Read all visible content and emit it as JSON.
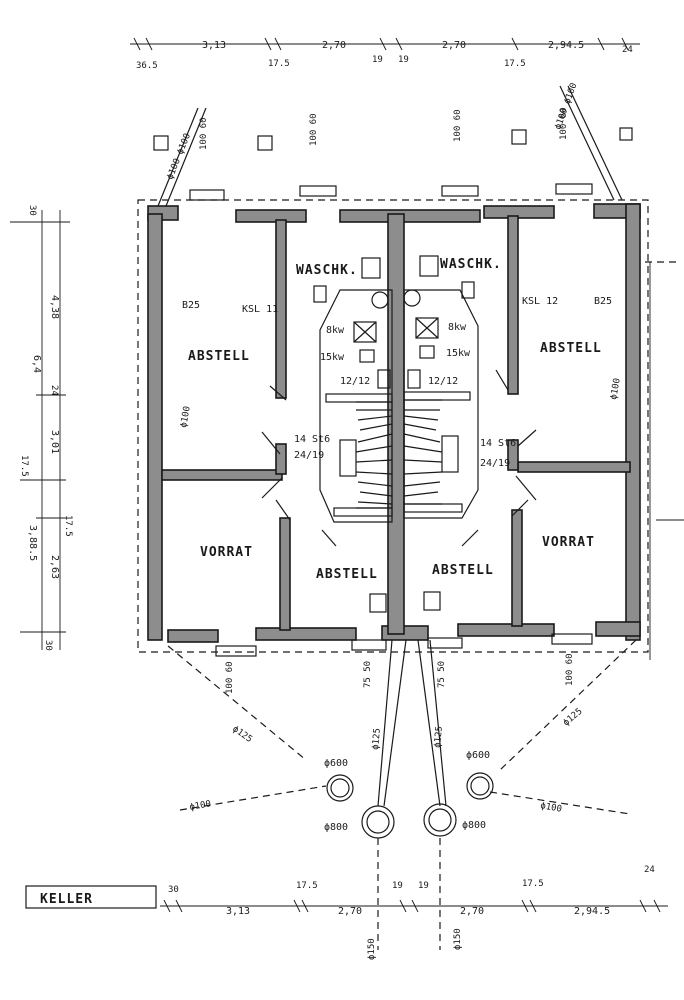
{
  "floor": {
    "title": "KELLER"
  },
  "rooms": {
    "waschk_left": "WASCHK.",
    "waschk_right": "WASCHK.",
    "abstell_left_top": "ABSTELL",
    "abstell_right_top": "ABSTELL",
    "vorrat_left": "VORRAT",
    "vorrat_right": "VORRAT",
    "abstell_center_left": "ABSTELL",
    "abstell_center_right": "ABSTELL"
  },
  "labels": {
    "b25_left": "B25",
    "b25_right": "B25",
    "ksl_left": "KSL 11",
    "ksl_right": "KSL 12",
    "kw8_left": "8kw",
    "kw8_right": "8kw",
    "kw15_left": "15kw",
    "kw15_right": "15kw",
    "stair_size_left": "12/12",
    "stair_size_right": "12/12",
    "stair_steps_left": "14 St6",
    "stair_steps_right": "14 St6",
    "stair_ratio_left": "24/19",
    "stair_ratio_right": "24/19",
    "pipe_100_left": "ϕ100",
    "pipe_100_right": "ϕ100",
    "pipe_125_left": "ϕ125",
    "pipe_125_right": "ϕ125",
    "pipe_125_cl": "ϕ125",
    "pipe_125_cr": "ϕ125",
    "shaft_600_left": "ϕ600",
    "shaft_600_right": "ϕ600",
    "shaft_800_left": "ϕ800",
    "shaft_800_right": "ϕ800",
    "drain_100_left": "ϕ100",
    "drain_100_right": "ϕ100",
    "drain_150_left": "ϕ150",
    "drain_150_right": "ϕ150",
    "win_top_1": "100 60",
    "win_top_2": "100 60",
    "win_top_3": "100 60",
    "win_top_4": "100 60",
    "win_bot_1": "100 60",
    "win_bot_2": "75 50",
    "win_bot_3": "75 50",
    "win_bot_4": "100 60",
    "diag_tl": "ϕ100 ϕ100",
    "diag_tr": "ϕ100 ϕ100"
  },
  "dims_top": [
    "36.5",
    "3,13",
    "17.5",
    "2,70",
    "19",
    "19",
    "2,70",
    "17.5",
    "2,94.5",
    "24"
  ],
  "dims_bottom": [
    "30",
    "3,13",
    "17.5",
    "2,70",
    "19",
    "19",
    "2,70",
    "17.5",
    "2,94.5",
    "24"
  ],
  "dims_left": [
    "30",
    "6,4",
    "4,38",
    "24",
    "3,01",
    "17.5",
    "3,88.5",
    "2,63",
    "17.5",
    "30"
  ]
}
